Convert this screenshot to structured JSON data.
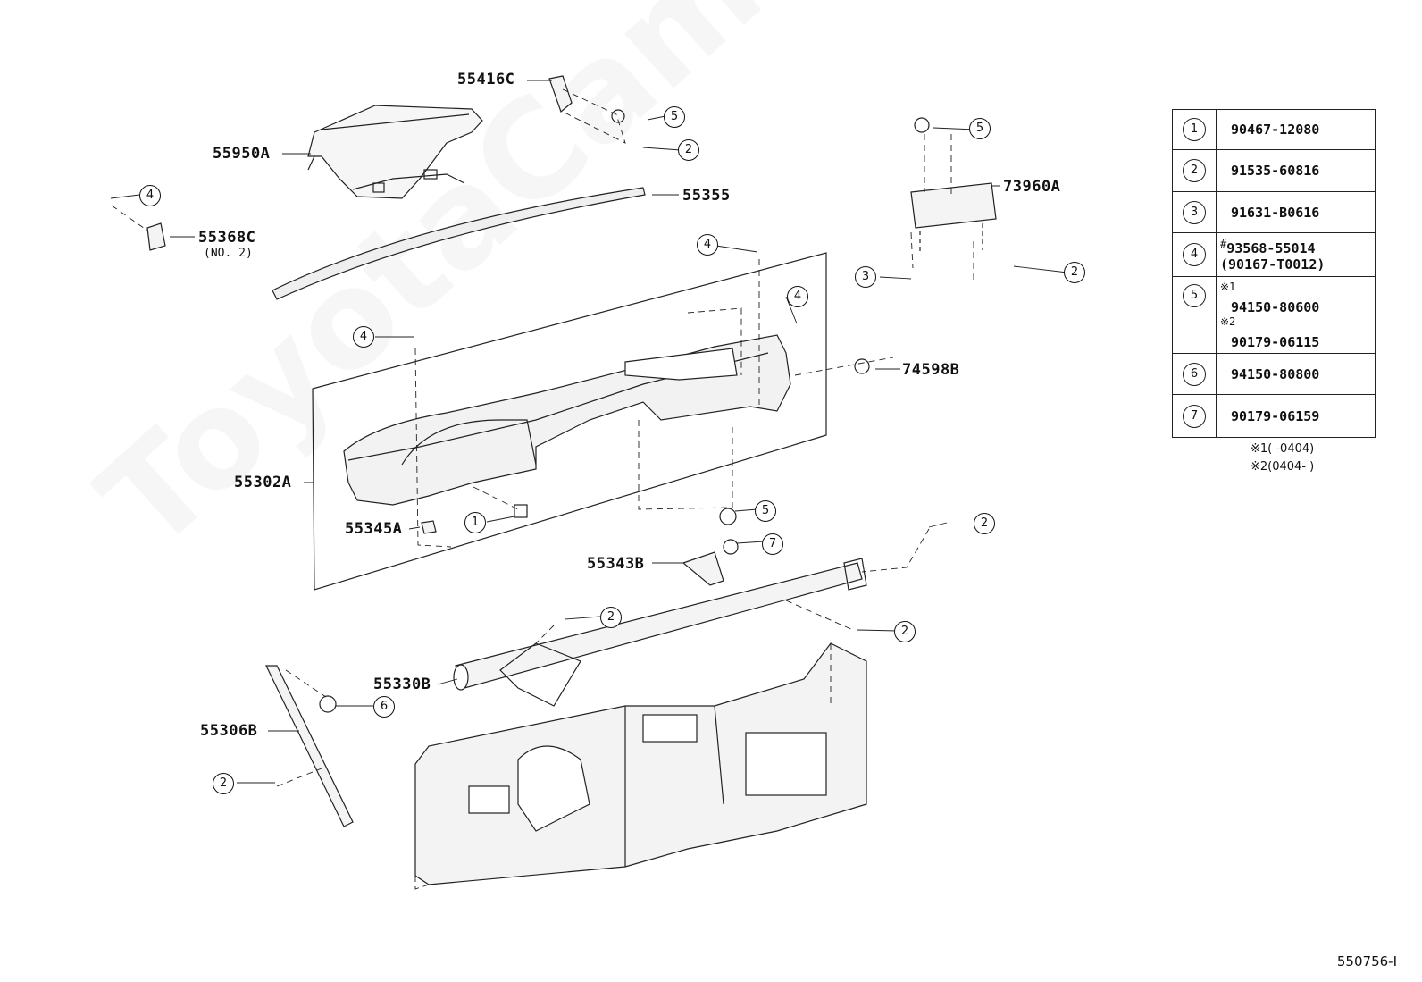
{
  "watermark": "ToyotaCamry.ru",
  "labels": {
    "p55416C": "55416C",
    "p55950A": "55950A",
    "p55355": "55355",
    "p55368C": "55368C",
    "p55368C_note": "(NO. 2)",
    "p73960A": "73960A",
    "p74598B": "74598B",
    "p55302A": "55302A",
    "p55345A": "55345A",
    "p55343B": "55343B",
    "p55330B": "55330B",
    "p55306B": "55306B"
  },
  "callouts": {
    "c1": "5",
    "c2": "2",
    "c3": "4",
    "c4": "5",
    "c5": "4",
    "c6": "3",
    "c7": "2",
    "c8": "4",
    "c9": "4",
    "c10": "1",
    "c11": "5",
    "c12": "7",
    "c13": "2",
    "c14": "2",
    "c15": "2",
    "c16": "6",
    "c17": "2"
  },
  "legend": [
    {
      "ref": "1",
      "part": "90467-12080"
    },
    {
      "ref": "2",
      "part": "91535-60816"
    },
    {
      "ref": "3",
      "part": "91631-B0616"
    },
    {
      "ref": "4",
      "mark": "#",
      "part": "93568-55014",
      "part2": "(90167-T0012)"
    },
    {
      "ref": "5",
      "mark1": "※1",
      "part": "94150-80600",
      "mark2": "※2",
      "part2": "90179-06115"
    },
    {
      "ref": "6",
      "part": "94150-80800"
    },
    {
      "ref": "7",
      "part": "90179-06159"
    }
  ],
  "notes": {
    "n1": "※1(      -0404)",
    "n2": "※2(0404-      )"
  },
  "diagram_code": "550756-I"
}
